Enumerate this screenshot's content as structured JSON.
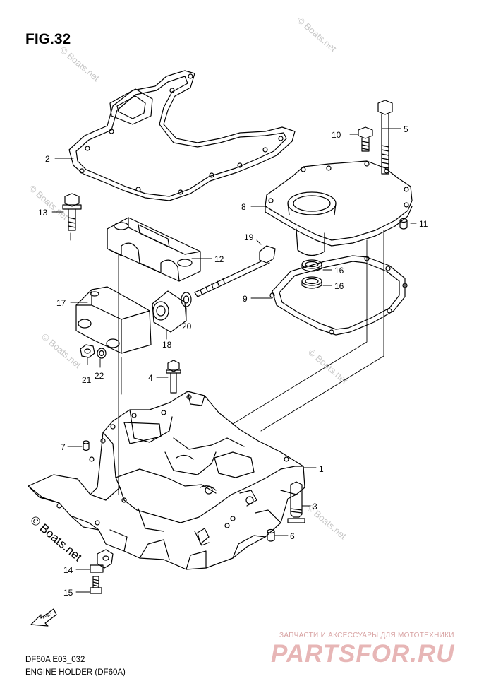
{
  "figure": {
    "title": "FIG.32"
  },
  "callouts": [
    {
      "num": "1"
    },
    {
      "num": "2"
    },
    {
      "num": "3"
    },
    {
      "num": "4"
    },
    {
      "num": "5"
    },
    {
      "num": "6"
    },
    {
      "num": "7"
    },
    {
      "num": "8"
    },
    {
      "num": "9"
    },
    {
      "num": "10"
    },
    {
      "num": "11"
    },
    {
      "num": "12"
    },
    {
      "num": "13"
    },
    {
      "num": "14"
    },
    {
      "num": "15"
    },
    {
      "num": "16"
    },
    {
      "num": "16"
    },
    {
      "num": "17"
    },
    {
      "num": "18"
    },
    {
      "num": "19"
    },
    {
      "num": "20"
    },
    {
      "num": "21"
    },
    {
      "num": "22"
    }
  ],
  "fwd_label": "FWD",
  "watermark": {
    "text": "© Boats.net"
  },
  "footer": {
    "code": "DF60A E03_032",
    "caption": "ENGINE HOLDER (DF60A)"
  },
  "partsfor": {
    "tagline": "ЗАПЧАСТИ И АКСЕССУАРЫ ДЛЯ МОТОТЕХНИКИ",
    "logo": "PARTSFOR.RU"
  },
  "colors": {
    "line": "#000000",
    "watermark": "#c7c7c7",
    "logo": "#e7b6b6"
  }
}
